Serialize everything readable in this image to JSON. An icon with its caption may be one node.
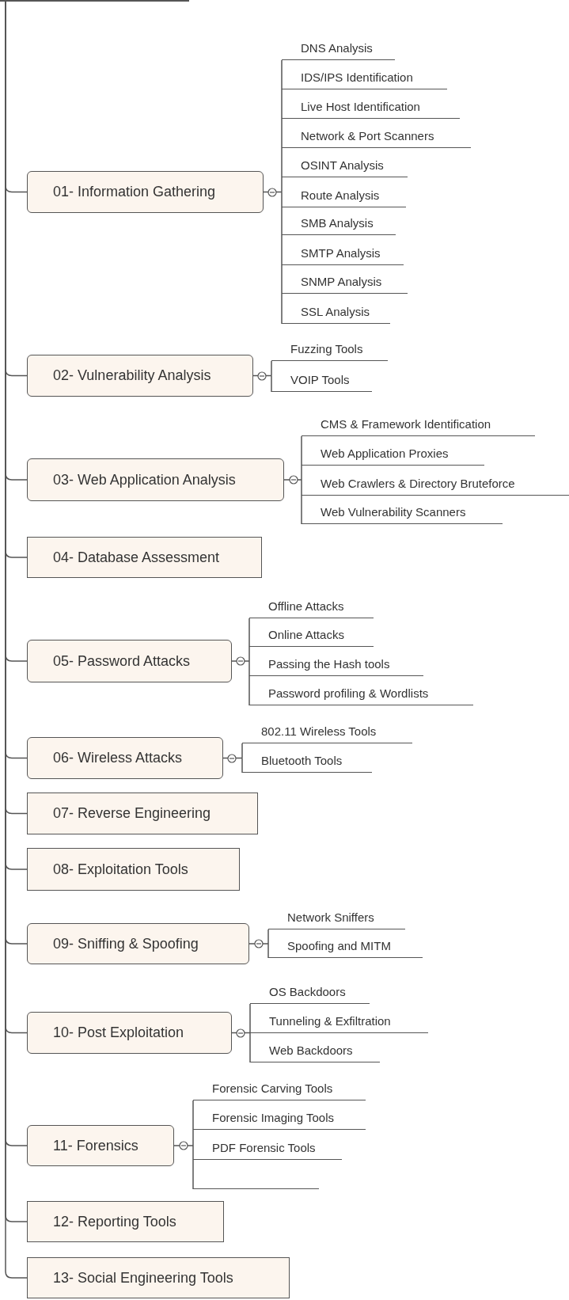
{
  "diagram": {
    "nodes": [
      {
        "text": [],
        "shape": "bar"
      },
      {
        "text": [
          "01- Information Gathering"
        ]
      },
      {
        "text": [
          "DNS Analysis"
        ]
      },
      {
        "text": [
          "IDS/IPS Identification"
        ]
      },
      {
        "text": [
          "Live Host Identification"
        ]
      },
      {
        "text": [
          "Network & Port Scanners"
        ]
      },
      {
        "text": [
          "OSINT Analysis"
        ]
      },
      {
        "text": [
          "Route Analysis"
        ]
      },
      {
        "text": [
          "SMB Analysis"
        ]
      },
      {
        "text": [
          "SMTP Analysis"
        ]
      },
      {
        "text": [
          "SNMP Analysis"
        ]
      },
      {
        "text": [
          "SSL Analysis"
        ]
      },
      {
        "text": [
          "02- Vulnerability Analysis"
        ]
      },
      {
        "text": [
          "Fuzzing Tools"
        ]
      },
      {
        "text": [
          "VOIP Tools"
        ]
      },
      {
        "text": [
          "03- Web Application Analysis"
        ]
      },
      {
        "text": [
          "CMS & Framework Identification"
        ]
      },
      {
        "text": [
          "Web Application Proxies"
        ]
      },
      {
        "text": [
          "Web Crawlers & Directory Bruteforce"
        ]
      },
      {
        "text": [
          "Web Vulnerability Scanners"
        ]
      },
      {
        "text": [
          "04- Database Assessment"
        ]
      },
      {
        "text": [
          "05- Password Attacks"
        ]
      },
      {
        "text": [
          "Offline Attacks"
        ]
      },
      {
        "text": [
          "Online Attacks"
        ]
      },
      {
        "text": [
          "Passing the Hash tools"
        ]
      },
      {
        "text": [
          "Password profiling & Wordlists"
        ]
      },
      {
        "text": [
          "06- Wireless Attacks"
        ]
      },
      {
        "text": [
          "802.11 Wireless Tools"
        ]
      },
      {
        "text": [
          "Bluetooth Tools"
        ]
      },
      {
        "text": [
          "07- Reverse Engineering"
        ]
      },
      {
        "text": [
          "08- Exploitation Tools"
        ]
      },
      {
        "text": [
          "09- Sniffing & Spoofing"
        ]
      },
      {
        "text": [
          "Network Sniffers"
        ]
      },
      {
        "text": [
          "Spoofing and MITM"
        ]
      },
      {
        "text": [
          "10- Post Exploitation"
        ]
      },
      {
        "text": [
          "OS Backdoors"
        ]
      },
      {
        "text": [
          "Tunneling & Exfiltration"
        ]
      },
      {
        "text": [
          "Web Backdoors"
        ]
      },
      {
        "text": [
          "11- Forensics"
        ]
      },
      {
        "text": [
          "Forensic Carving Tools"
        ]
      },
      {
        "text": [
          "Forensic Imaging Tools"
        ]
      },
      {
        "text": [
          "PDF Forensic Tools"
        ]
      },
      {
        "text": [],
        "shape": "line"
      },
      {
        "text": [
          "12- Reporting Tools"
        ]
      },
      {
        "text": [
          "13- Social Engineering Tools"
        ]
      }
    ],
    "edges": [
      {
        "from": 0,
        "to": 1,
        "arrow": "none"
      },
      {
        "from": 0,
        "to": 12,
        "arrow": "none"
      },
      {
        "from": 0,
        "to": 15,
        "arrow": "none"
      },
      {
        "from": 0,
        "to": 20,
        "arrow": "none"
      },
      {
        "from": 0,
        "to": 21,
        "arrow": "none"
      },
      {
        "from": 0,
        "to": 26,
        "arrow": "none"
      },
      {
        "from": 0,
        "to": 29,
        "arrow": "none"
      },
      {
        "from": 0,
        "to": 30,
        "arrow": "none"
      },
      {
        "from": 0,
        "to": 31,
        "arrow": "none"
      },
      {
        "from": 0,
        "to": 34,
        "arrow": "none"
      },
      {
        "from": 0,
        "to": 38,
        "arrow": "none"
      },
      {
        "from": 0,
        "to": 43,
        "arrow": "none"
      },
      {
        "from": 0,
        "to": 44,
        "arrow": "none"
      },
      {
        "from": 1,
        "to": 2,
        "arrow": "none"
      },
      {
        "from": 1,
        "to": 3,
        "arrow": "none"
      },
      {
        "from": 1,
        "to": 4,
        "arrow": "none"
      },
      {
        "from": 1,
        "to": 5,
        "arrow": "none"
      },
      {
        "from": 1,
        "to": 6,
        "arrow": "none"
      },
      {
        "from": 1,
        "to": 7,
        "arrow": "none"
      },
      {
        "from": 1,
        "to": 8,
        "arrow": "none"
      },
      {
        "from": 1,
        "to": 9,
        "arrow": "none"
      },
      {
        "from": 1,
        "to": 10,
        "arrow": "none"
      },
      {
        "from": 1,
        "to": 11,
        "arrow": "none"
      },
      {
        "from": 12,
        "to": 13,
        "arrow": "none"
      },
      {
        "from": 12,
        "to": 14,
        "arrow": "none"
      },
      {
        "from": 15,
        "to": 16,
        "arrow": "none"
      },
      {
        "from": 15,
        "to": 17,
        "arrow": "none"
      },
      {
        "from": 15,
        "to": 18,
        "arrow": "none"
      },
      {
        "from": 15,
        "to": 19,
        "arrow": "none"
      },
      {
        "from": 21,
        "to": 22,
        "arrow": "none"
      },
      {
        "from": 21,
        "to": 23,
        "arrow": "none"
      },
      {
        "from": 21,
        "to": 24,
        "arrow": "none"
      },
      {
        "from": 21,
        "to": 25,
        "arrow": "none"
      },
      {
        "from": 26,
        "to": 27,
        "arrow": "none"
      },
      {
        "from": 26,
        "to": 28,
        "arrow": "none"
      },
      {
        "from": 31,
        "to": 32,
        "arrow": "none"
      },
      {
        "from": 31,
        "to": 33,
        "arrow": "none"
      },
      {
        "from": 34,
        "to": 35,
        "arrow": "none"
      },
      {
        "from": 34,
        "to": 36,
        "arrow": "none"
      },
      {
        "from": 34,
        "to": 37,
        "arrow": "none"
      },
      {
        "from": 38,
        "to": 39,
        "arrow": "none"
      },
      {
        "from": 38,
        "to": 40,
        "arrow": "none"
      },
      {
        "from": 38,
        "to": 41,
        "arrow": "none"
      },
      {
        "from": 38,
        "to": 42,
        "arrow": "none"
      }
    ]
  }
}
